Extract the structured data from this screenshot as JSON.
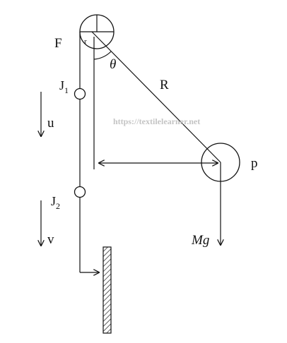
{
  "labels": {
    "F": "F",
    "r": "r",
    "theta": "θ",
    "R": "R",
    "J1_main": "J",
    "J1_sub": "1",
    "J2_main": "J",
    "J2_sub": "2",
    "u": "u",
    "v": "v",
    "p": "p",
    "Mg": "Mg"
  },
  "watermark": "https://textilelearner.net",
  "colors": {
    "stroke": "#111111",
    "watermark": "#c4c4c4"
  }
}
